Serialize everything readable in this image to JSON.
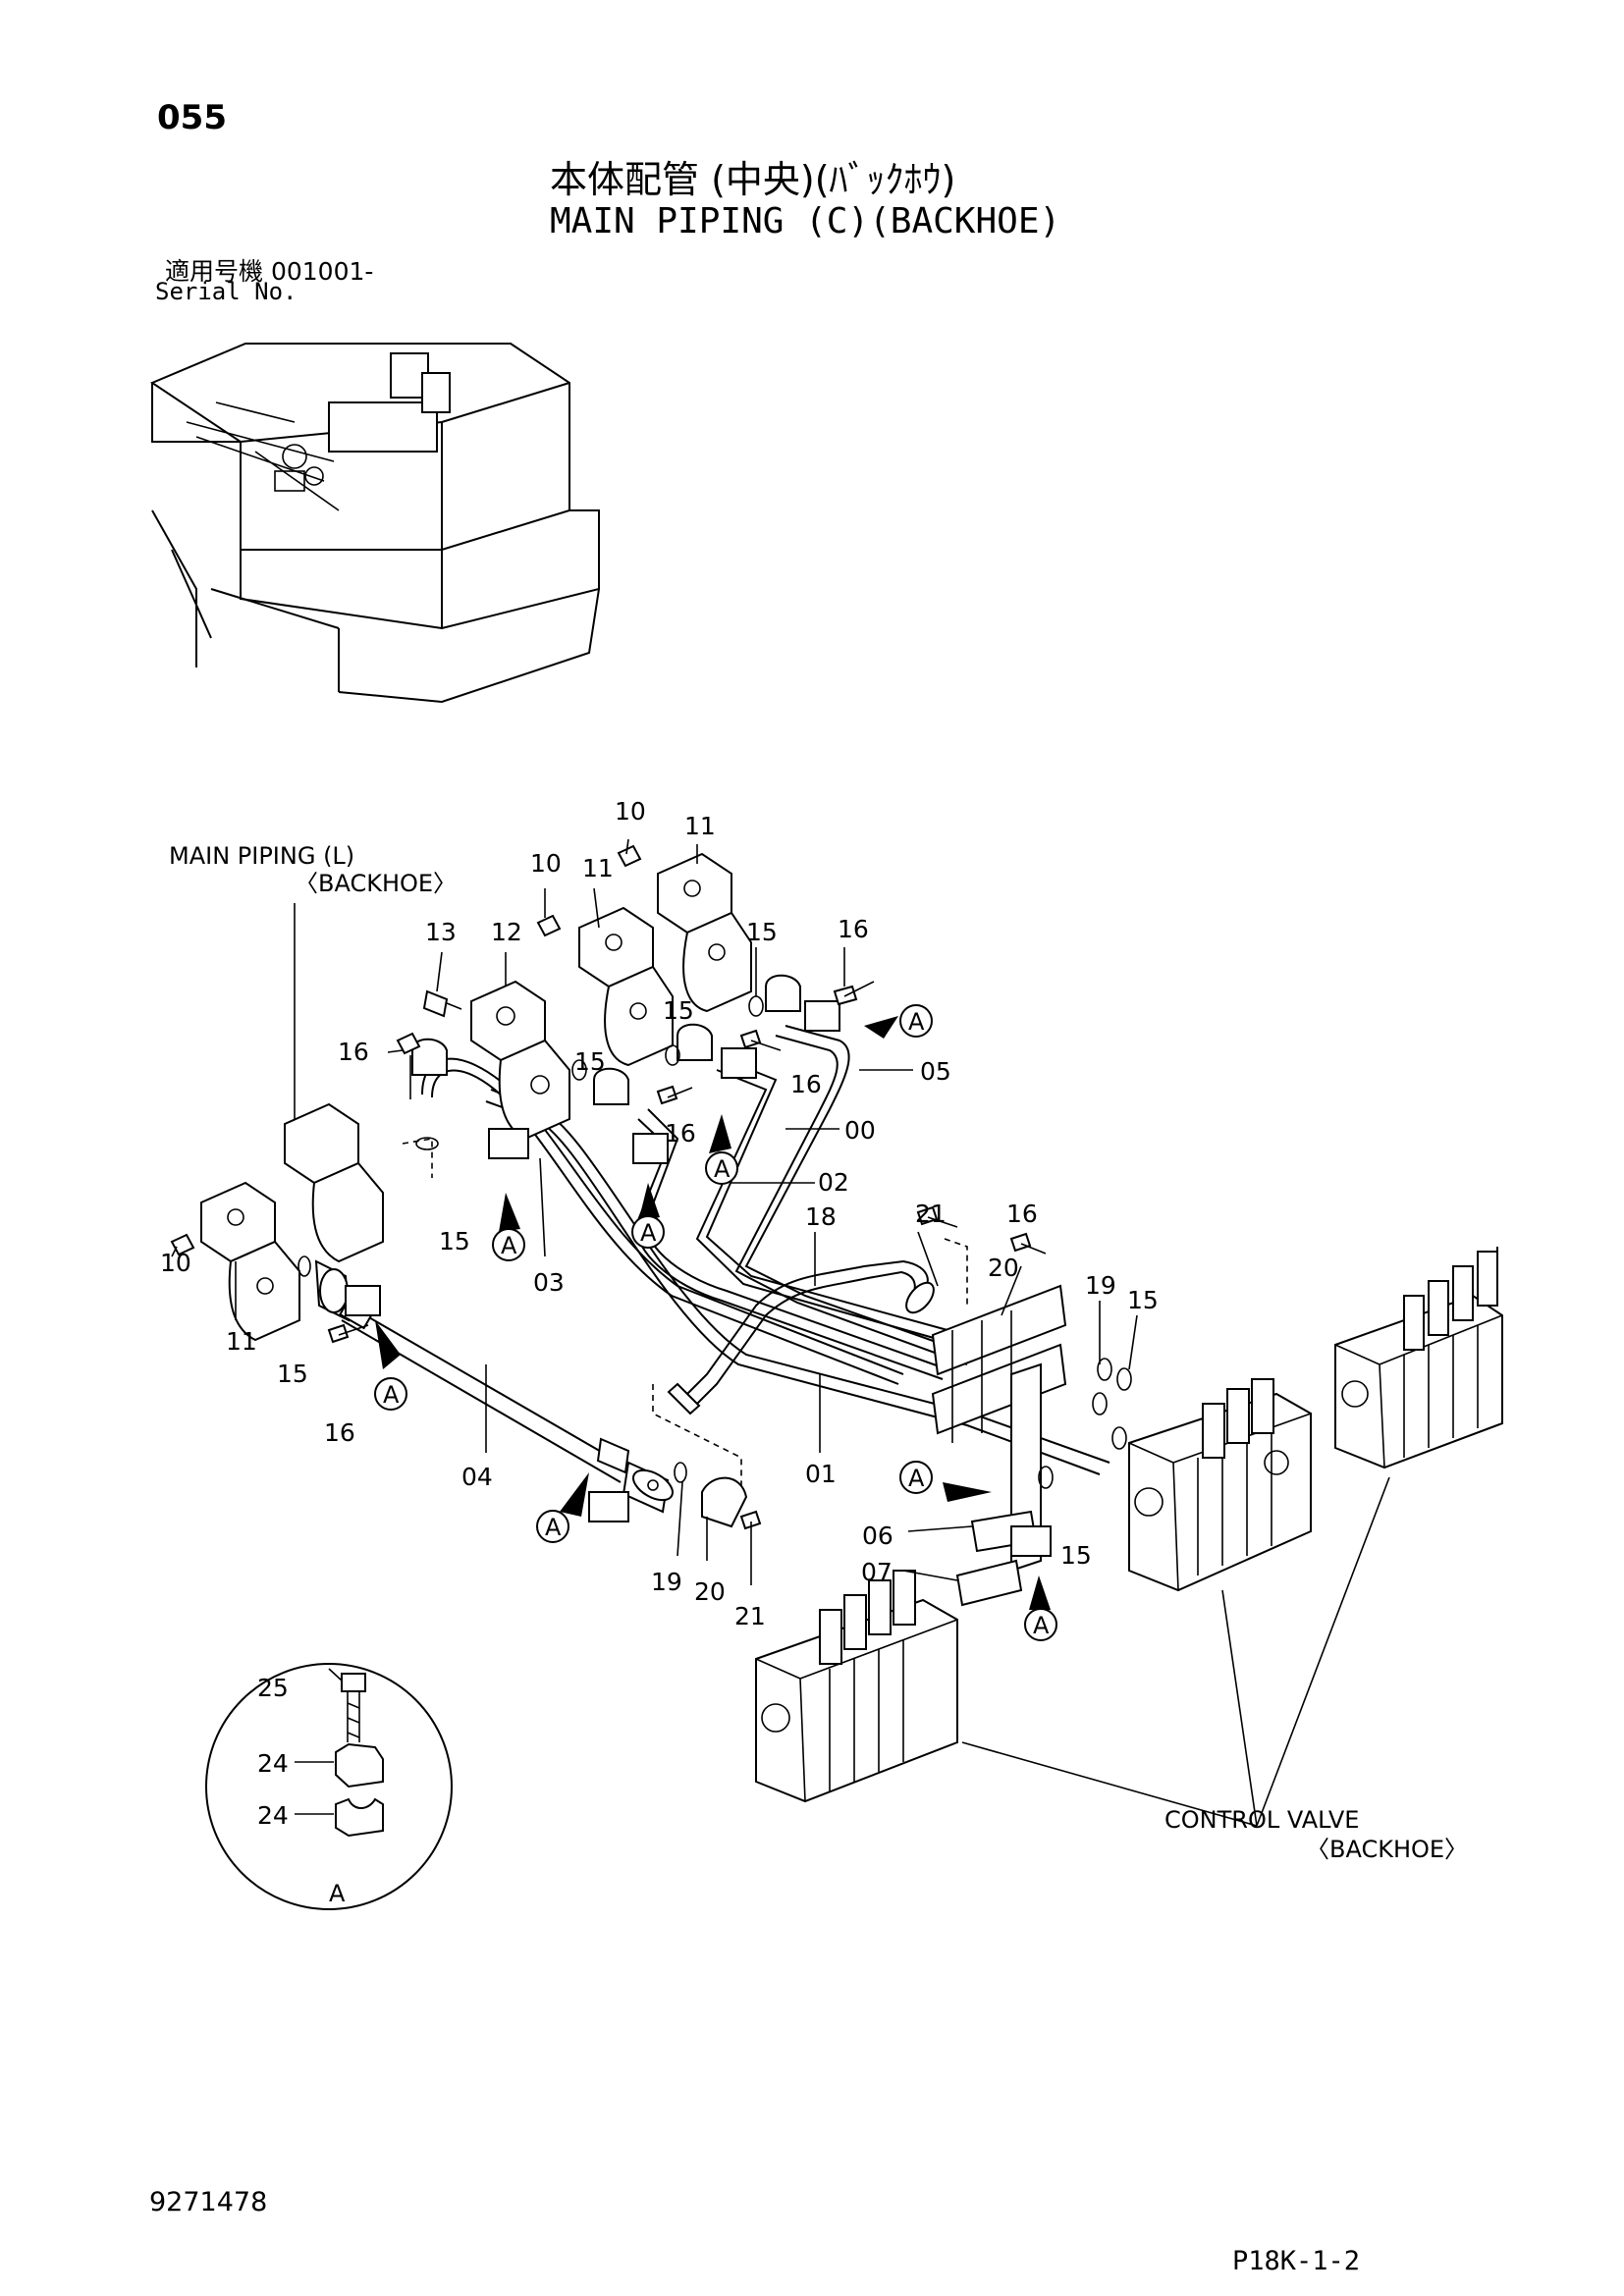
{
  "header": {
    "page_number": "055",
    "title_jp": "本体配管 (中央)(ﾊﾞｯｸﾎｳ)",
    "title_en": "MAIN PIPING (C)(BACKHOE)",
    "serial_label_jp": "適用号機  001001-",
    "serial_label_en": "Serial No."
  },
  "callouts": {
    "main_piping_l": "MAIN PIPING (L)",
    "main_piping_l_sub": "〈BACKHOE〉",
    "control_valve": "CONTROL VALVE",
    "control_valve_sub": "〈BACKHOE〉",
    "detail_a": "A",
    "clamp_ref": "A"
  },
  "part_labels": {
    "p00": "00",
    "p01": "01",
    "p02": "02",
    "p03": "03",
    "p04": "04",
    "p05": "05",
    "p06": "06",
    "p07": "07",
    "p10": "10",
    "p11": "11",
    "p12": "12",
    "p13": "13",
    "p15": "15",
    "p16": "16",
    "p18": "18",
    "p19": "19",
    "p20": "20",
    "p21": "21",
    "p24": "24",
    "p25": "25"
  },
  "footer": {
    "doc_number": "9271478",
    "page_code": "P18K-1-2"
  }
}
